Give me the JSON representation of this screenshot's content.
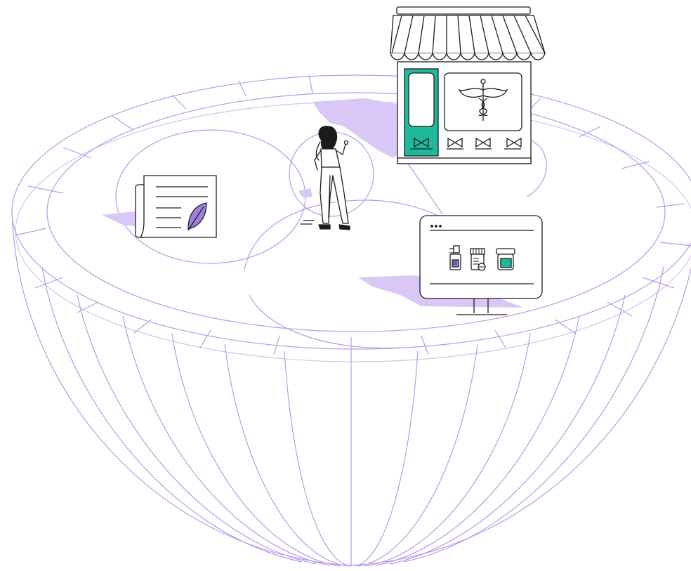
{
  "illustration": {
    "colors": {
      "outline_purple": "#b89ae8",
      "fill_lavender": "#d9c8f6",
      "ink": "#1c1c1c",
      "accent_teal": "#1fb89a",
      "accent_purple": "#a080dc",
      "background": "#ffffff"
    },
    "icons": [
      "hemisphere-globe",
      "world-map",
      "person-figure",
      "newspaper-leaf-icon",
      "pharmacy-storefront",
      "caduceus-icon",
      "computer-monitor",
      "spray-bottle-icon",
      "pill-bottle-icon",
      "jar-icon"
    ]
  }
}
